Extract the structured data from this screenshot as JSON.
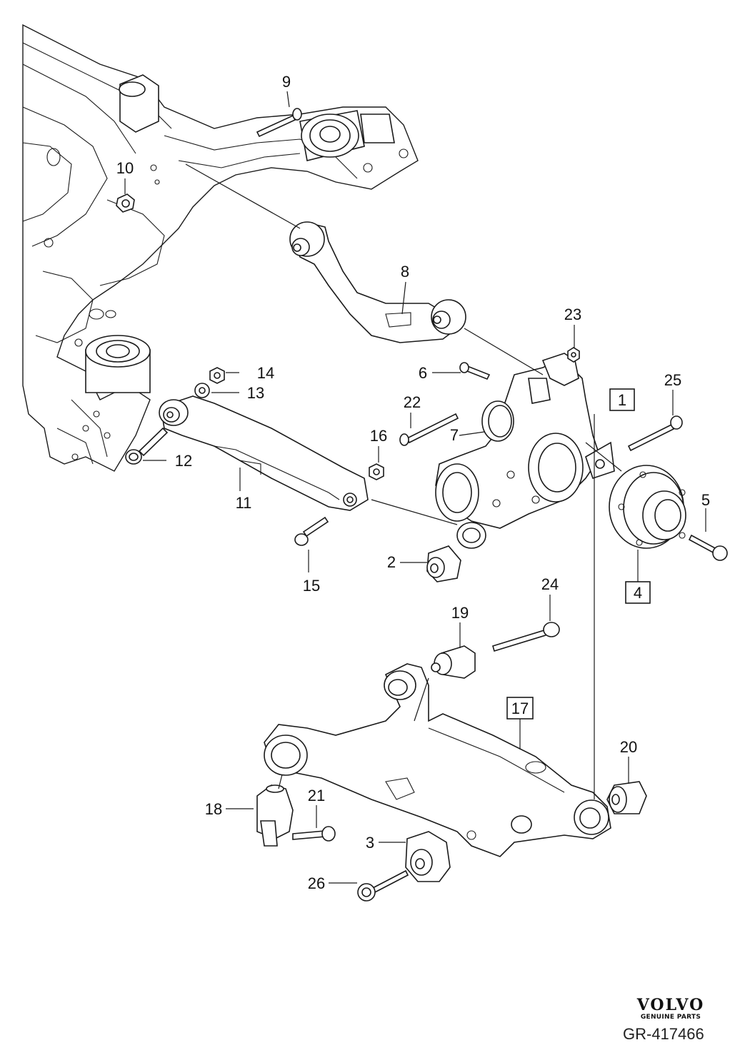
{
  "brand": {
    "logo_text": "VOLVO",
    "logo_subtext": "GENUINE PARTS"
  },
  "reference_code": "GR-417466",
  "callouts": [
    {
      "id": "c1",
      "label": "1",
      "boxed": true
    },
    {
      "id": "c2",
      "label": "2",
      "boxed": false
    },
    {
      "id": "c3",
      "label": "3",
      "boxed": false
    },
    {
      "id": "c4",
      "label": "4",
      "boxed": true
    },
    {
      "id": "c5",
      "label": "5",
      "boxed": false
    },
    {
      "id": "c6",
      "label": "6",
      "boxed": false
    },
    {
      "id": "c7",
      "label": "7",
      "boxed": false
    },
    {
      "id": "c8",
      "label": "8",
      "boxed": false
    },
    {
      "id": "c9",
      "label": "9",
      "boxed": false
    },
    {
      "id": "c10",
      "label": "10",
      "boxed": false
    },
    {
      "id": "c11",
      "label": "11",
      "boxed": false
    },
    {
      "id": "c12",
      "label": "12",
      "boxed": false
    },
    {
      "id": "c13",
      "label": "13",
      "boxed": false
    },
    {
      "id": "c14",
      "label": "14",
      "boxed": false
    },
    {
      "id": "c15",
      "label": "15",
      "boxed": false
    },
    {
      "id": "c16",
      "label": "16",
      "boxed": false
    },
    {
      "id": "c17",
      "label": "17",
      "boxed": true
    },
    {
      "id": "c18",
      "label": "18",
      "boxed": false
    },
    {
      "id": "c19",
      "label": "19",
      "boxed": false
    },
    {
      "id": "c20",
      "label": "20",
      "boxed": false
    },
    {
      "id": "c21",
      "label": "21",
      "boxed": false
    },
    {
      "id": "c22",
      "label": "22",
      "boxed": false
    },
    {
      "id": "c23",
      "label": "23",
      "boxed": false
    },
    {
      "id": "c24",
      "label": "24",
      "boxed": false
    },
    {
      "id": "c25",
      "label": "25",
      "boxed": false
    },
    {
      "id": "c26",
      "label": "26",
      "boxed": false
    }
  ]
}
